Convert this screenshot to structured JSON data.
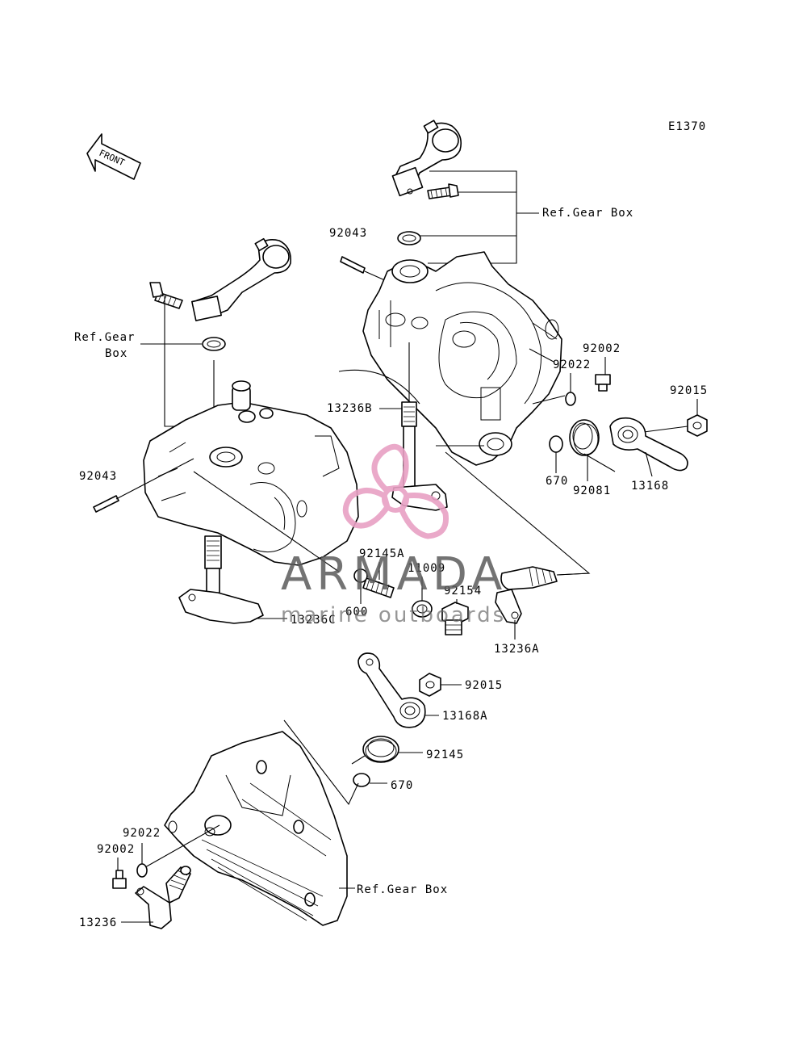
{
  "diagram_code": "E1370",
  "front_marker": "FRONT",
  "labels": {
    "ref_gear_box_top": "Ref.Gear Box",
    "ref_gear_box_left_1": "Ref.Gear",
    "ref_gear_box_left_2": "Box",
    "ref_gear_box_bottom": "Ref.Gear Box",
    "p92043_top": "92043",
    "p92043_left": "92043",
    "p13236B": "13236B",
    "p13236C": "13236C",
    "p92002_right": "92002",
    "p92022_right": "92022",
    "p92015_right": "92015",
    "p670_right": "670",
    "p92081": "92081",
    "p13168": "13168",
    "p92145A": "92145A",
    "p11009": "11009",
    "p92154": "92154",
    "p600": "600",
    "p13236A": "13236A",
    "p92015_mid": "92015",
    "p13168A": "13168A",
    "p92145": "92145",
    "p670_mid": "670",
    "p92022_bottom": "92022",
    "p92002_bottom": "92002",
    "p13236": "13236"
  },
  "watermark": {
    "title": "ARMADA",
    "subtitle": "marine outboards",
    "logo_color": "#e8a0c4"
  }
}
